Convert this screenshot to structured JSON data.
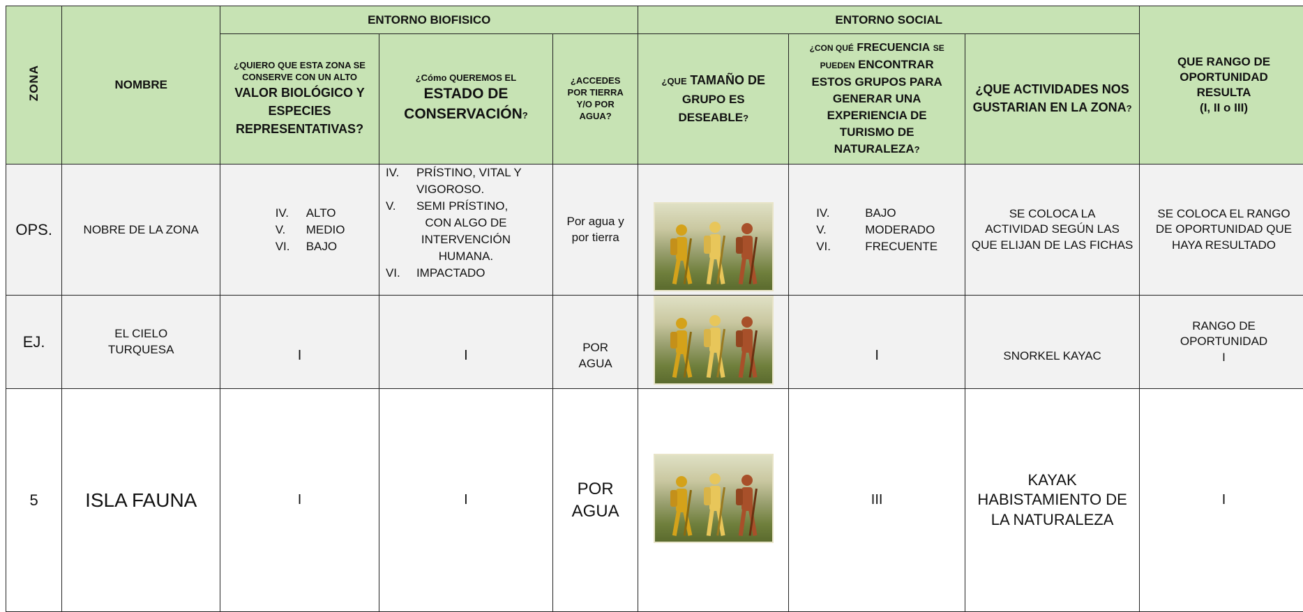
{
  "header": {
    "zona": "ZONA",
    "nombre": "NOMBRE",
    "biofisico": "ENTORNO BIOFISICO",
    "social": "ENTORNO SOCIAL",
    "rango": [
      "QUE RANGO DE",
      "OPORTUNIDAD",
      "RESULTA",
      "(I, II o III)"
    ],
    "q1_small": [
      "¿QUIERO QUE ESTA ZONA SE",
      "CONSERVE CON UN ALTO"
    ],
    "q1_big": [
      "VALOR BIOLÓGICO Y",
      "ESPECIES",
      "REPRESENTATIVAS?"
    ],
    "q2_small": "¿Cómo QUEREMOS EL",
    "q2_big": [
      "ESTADO DE",
      "CONSERVACIÓN"
    ],
    "q2_q": "?",
    "q3": [
      "¿ACCEDES",
      "POR TIERRA",
      "Y/O POR",
      "AGUA?"
    ],
    "q4_pre": "¿QUE",
    "q4_big": "TAMAÑO DE",
    "q4_rest": [
      "GRUPO ES",
      "DESEABLE"
    ],
    "q4_q": "?",
    "q5_pre": "¿CON QUÉ",
    "q5_big": "FRECUENCIA",
    "q5_se": "SE",
    "q5_pueden": "PUEDEN",
    "q5_rest": [
      "ENCONTRAR",
      "ESTOS GRUPOS PARA",
      "GENERAR UNA",
      "EXPERIENCIA DE",
      "TURISMO DE",
      "NATURALEZA"
    ],
    "q5_q": "?",
    "q6": [
      "¿QUE ACTIVIDADES NOS",
      "GUSTARIAN EN LA ZONA"
    ],
    "q6_q": "?"
  },
  "rows": [
    {
      "zona": "OPS.",
      "nombre": "NOBRE DE LA ZONA",
      "valor": [
        [
          "IV.",
          "ALTO"
        ],
        [
          "V.",
          "MEDIO"
        ],
        [
          "VI.",
          "BAJO"
        ]
      ],
      "estado": [
        [
          "IV.",
          "PRÍSTINO, VITAL Y"
        ],
        [
          "",
          "VIGOROSO."
        ],
        [
          "V.",
          "SEMI PRÍSTINO,"
        ],
        [
          "",
          "CON ALGO DE"
        ],
        [
          "",
          "INTERVENCIÓN"
        ],
        [
          "",
          "HUMANA."
        ],
        [
          "VI.",
          "IMPACTADO"
        ]
      ],
      "acceso": [
        "Por agua y",
        "por tierra"
      ],
      "frecuencia": [
        [
          "IV.",
          "BAJO"
        ],
        [
          "V.",
          "MODERADO"
        ],
        [
          "VI.",
          "FRECUENTE"
        ]
      ],
      "actividades": [
        "SE COLOCA LA",
        "ACTIVIDAD SEGÚN LAS",
        "QUE ELIJAN DE LAS FICHAS"
      ],
      "rango": [
        "SE COLOCA EL RANGO",
        "DE OPORTUNIDAD QUE",
        "HAYA RESULTADO"
      ]
    },
    {
      "zona": "EJ.",
      "nombre": [
        "EL CIELO",
        "TURQUESA"
      ],
      "valor": "I",
      "estado": "I",
      "acceso": [
        "POR",
        "AGUA"
      ],
      "frecuencia": "I",
      "actividades": "SNORKEL KAYAC",
      "rango": [
        "RANGO DE",
        "OPORTUNIDAD",
        "I"
      ]
    },
    {
      "zona": "5",
      "nombre": "ISLA FAUNA",
      "valor": "I",
      "estado": "I",
      "acceso": [
        "POR",
        "AGUA"
      ],
      "frecuencia": "III",
      "actividades": [
        "KAYAK",
        "HABISTAMIENTO DE",
        "LA NATURALEZA"
      ],
      "rango": "I"
    }
  ],
  "colors": {
    "header_bg": "#c7e3b4",
    "row_alt_bg": "#f2f2f2",
    "border": "#222222"
  },
  "icons": {
    "group_size": "hikers-image"
  }
}
